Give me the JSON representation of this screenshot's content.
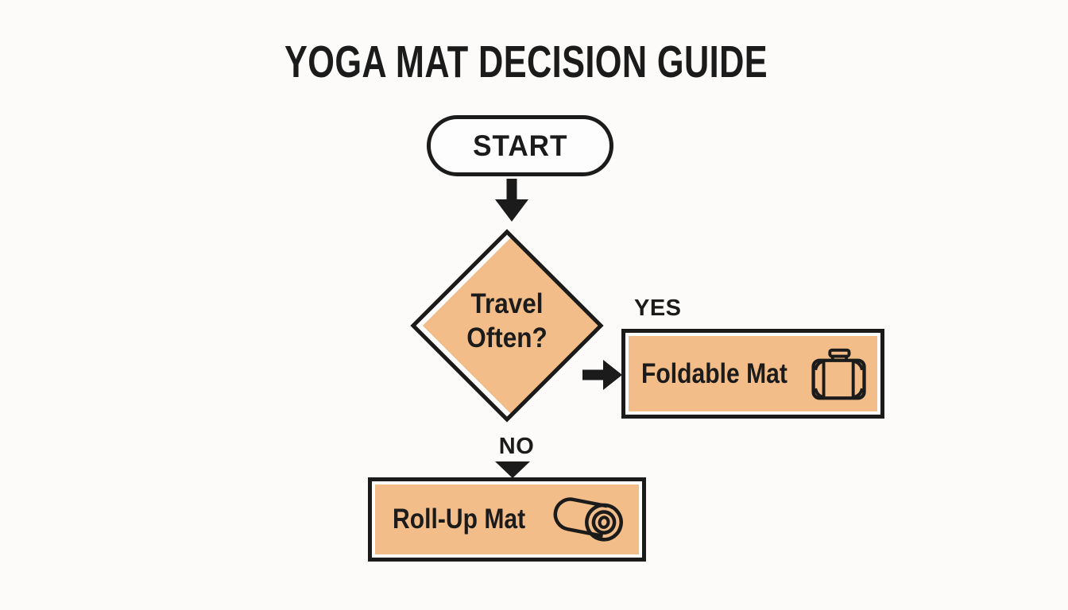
{
  "title": "YOGA MAT DECISION GUIDE",
  "flow": {
    "start_label": "START",
    "decision_question": "Travel Often?",
    "yes_label": "YES",
    "yes_result": "Foldable Mat",
    "yes_icon": "suitcase-icon",
    "no_label": "NO",
    "no_result": "Roll-Up Mat",
    "no_icon": "rolled-mat-icon"
  },
  "colors": {
    "node_fill": "#f2bd89",
    "ink": "#1b1b1b",
    "background": "#fcfbfa",
    "node_inner_edge": "#fdfdfd"
  }
}
